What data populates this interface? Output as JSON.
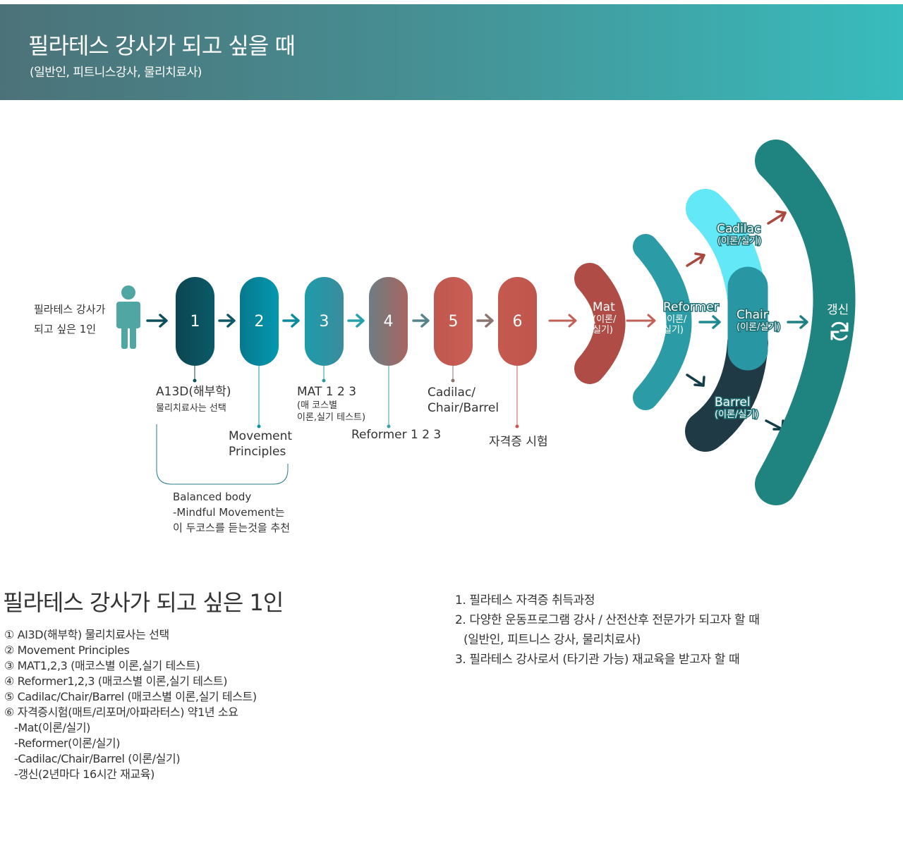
{
  "header": {
    "title": "필라테스 강사가 되고 싶을 때",
    "subtitle": "(일반인, 피트니스강사, 물리치료사)"
  },
  "diagram": {
    "person_label": [
      "필라테스 강사가",
      "되고 싶은 1인"
    ],
    "steps": [
      {
        "num": "1",
        "color": "#0d4f5c",
        "label_lines": [
          "A13D(해부학)"
        ],
        "sub_lines": [
          "물리치료사는 선택"
        ]
      },
      {
        "num": "2",
        "color": "#0795a8",
        "label_lines": [
          "Movement",
          "Principles"
        ],
        "sub_lines": []
      },
      {
        "num": "3",
        "color": "#2f95a3",
        "label_lines": [
          "MAT 1 2 3"
        ],
        "sub_lines": [
          "(매 코스별",
          "이론,실기 테스트)"
        ]
      },
      {
        "num": "4",
        "color": "#8a7470",
        "label_lines": [
          "Reformer 1 2 3"
        ],
        "sub_lines": []
      },
      {
        "num": "5",
        "color": "#c55a50",
        "label_lines": [
          "Cadilac/",
          "Chair/Barrel"
        ],
        "sub_lines": []
      },
      {
        "num": "6",
        "color": "#c45a4f",
        "label_lines": [
          "자격증 시험"
        ],
        "sub_lines": []
      }
    ],
    "bracket_note": [
      "Balanced body",
      "-Mindful Movement는",
      "이 두코스를 듣는것을 추천"
    ],
    "arcs": {
      "mat": {
        "name": "Mat",
        "sub": [
          "(이론/",
          "실기)"
        ],
        "color": "#b04c46"
      },
      "reformer": {
        "name": "Reformer",
        "sub": [
          "(이론/",
          "실기)"
        ],
        "color": "#2b9ca6"
      },
      "cadilac": {
        "name": "Cadilac",
        "sub": "(이론/실기)",
        "color": "#63e8f8"
      },
      "chair": {
        "name": "Chair",
        "sub": "(이론/실기)",
        "color": "#2897a3"
      },
      "barrel": {
        "name": "Barrel",
        "sub": "(이론/실기)",
        "color": "#1f3a45"
      },
      "renewal": {
        "name": "갱신",
        "icon": "refresh-icon",
        "color": "#1f837f"
      }
    }
  },
  "summary": {
    "title": "필라테스 강사가 되고 싶은 1인",
    "items": [
      "① AI3D(해부학) 물리치료사는 선택",
      "② Movement Principles",
      "③ MAT1,2,3 (매코스별 이론,실기 테스트)",
      "④ Reformer1,2,3 (매코스별 이론,실기 테스트)",
      "⑤ Cadilac/Chair/Barrel (매코스별 이론,실기 테스트)",
      "⑥ 자격증시험(매트/리포머/아파라터스) 약1년 소요"
    ],
    "sub_items": [
      "-Mat(이론/실기)",
      "-Reformer(이론/실기)",
      "-Cadilac/Chair/Barrel (이론/실기)",
      "-갱신(2년마다 16시간 재교육)"
    ]
  },
  "purposes": [
    "1. 필라테스 자격증 취득과정",
    "2. 다양한 운동프로그램 강사 / 산전산후 전문가가 되고자 할 때",
    "(일반인, 피트니스 강사, 물리치료사)",
    "3. 필라테스 강사로서 (타기관 가능) 재교육을 받고자 할 때"
  ]
}
